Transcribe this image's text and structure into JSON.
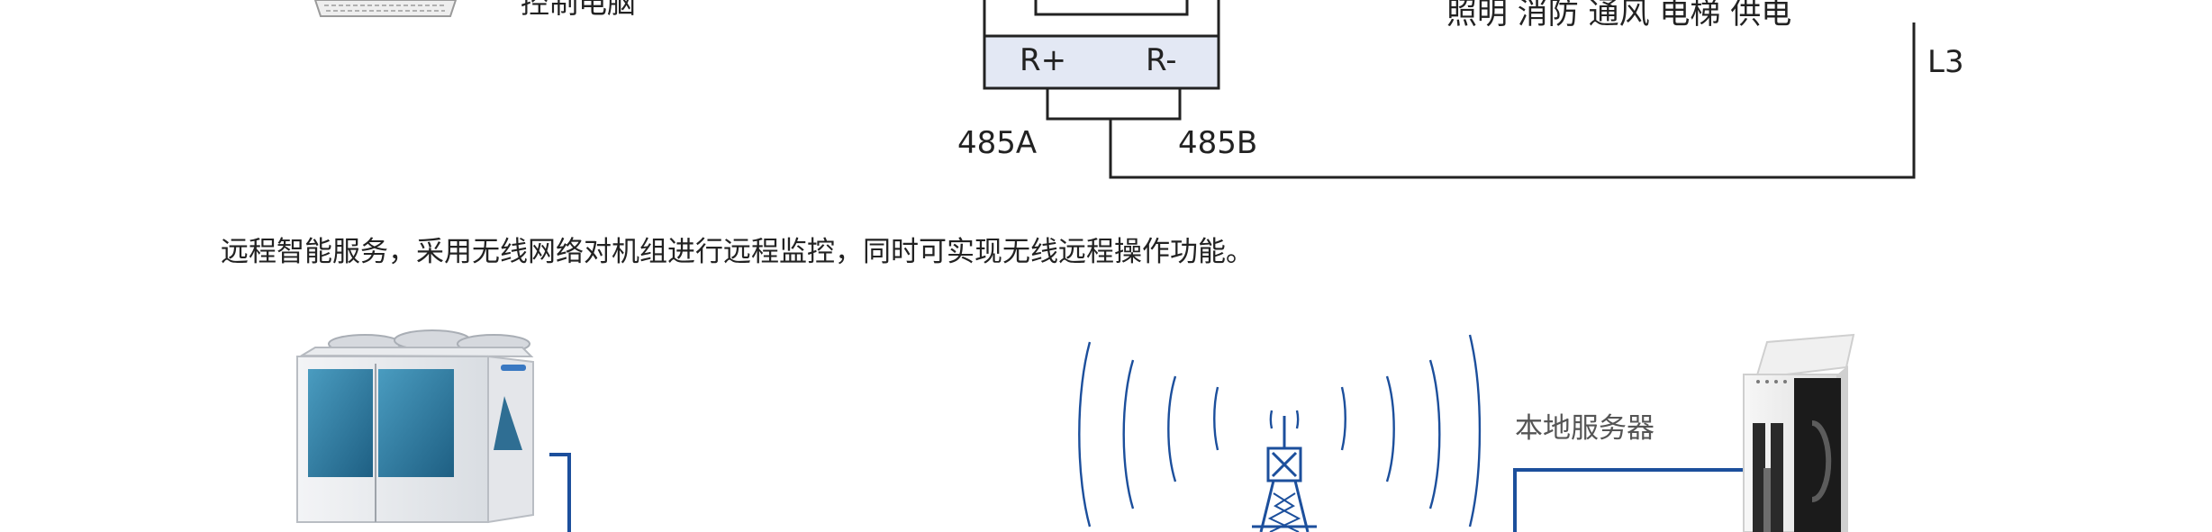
{
  "top_section": {
    "control_pc_label": "控制电脑",
    "systems_label": "照明 消防 通风 电梯 供电",
    "terminal_r_plus": "R+",
    "terminal_r_minus": "R-",
    "line_485a": "485A",
    "line_485b": "485B",
    "line_l3": "L3"
  },
  "caption": "远程智能服务，采用无线网络对机组进行远程监控，同时可实现无线远程操作功能。",
  "bottom_section": {
    "local_server_label": "本地服务器"
  },
  "colors": {
    "line": "#222222",
    "accent_blue": "#1c4f9c",
    "terminal_fill": "#e3e8f4",
    "unit_panel": "#2e7fa3"
  },
  "icons": {
    "keyboard": "keyboard-icon",
    "outdoor_unit": "outdoor-unit-icon",
    "antenna_tower": "antenna-tower-icon",
    "server": "server-icon"
  }
}
